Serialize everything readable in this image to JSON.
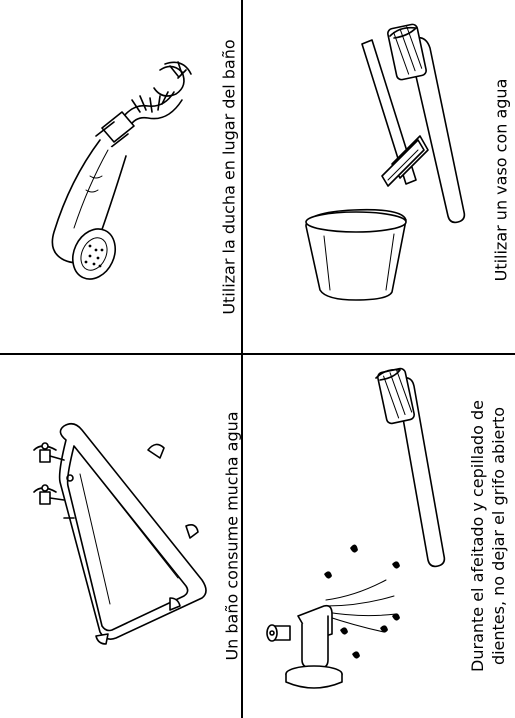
{
  "panels": {
    "shower": {
      "caption": "Utilizar la ducha en lugar del baño",
      "icon": "shower-head-icon"
    },
    "glass": {
      "caption": "Utilizar un vaso con agua",
      "icon": "glass-toothbrush-razor-icon"
    },
    "bathtub": {
      "caption": "Un baño consume mucha agua",
      "icon": "bathtub-icon"
    },
    "tap": {
      "caption_line1": "Durante el afeitado y cepillado de",
      "caption_line2": "dientes, no dejar el grifo abierto",
      "icon": "running-tap-toothbrush-icon"
    }
  }
}
